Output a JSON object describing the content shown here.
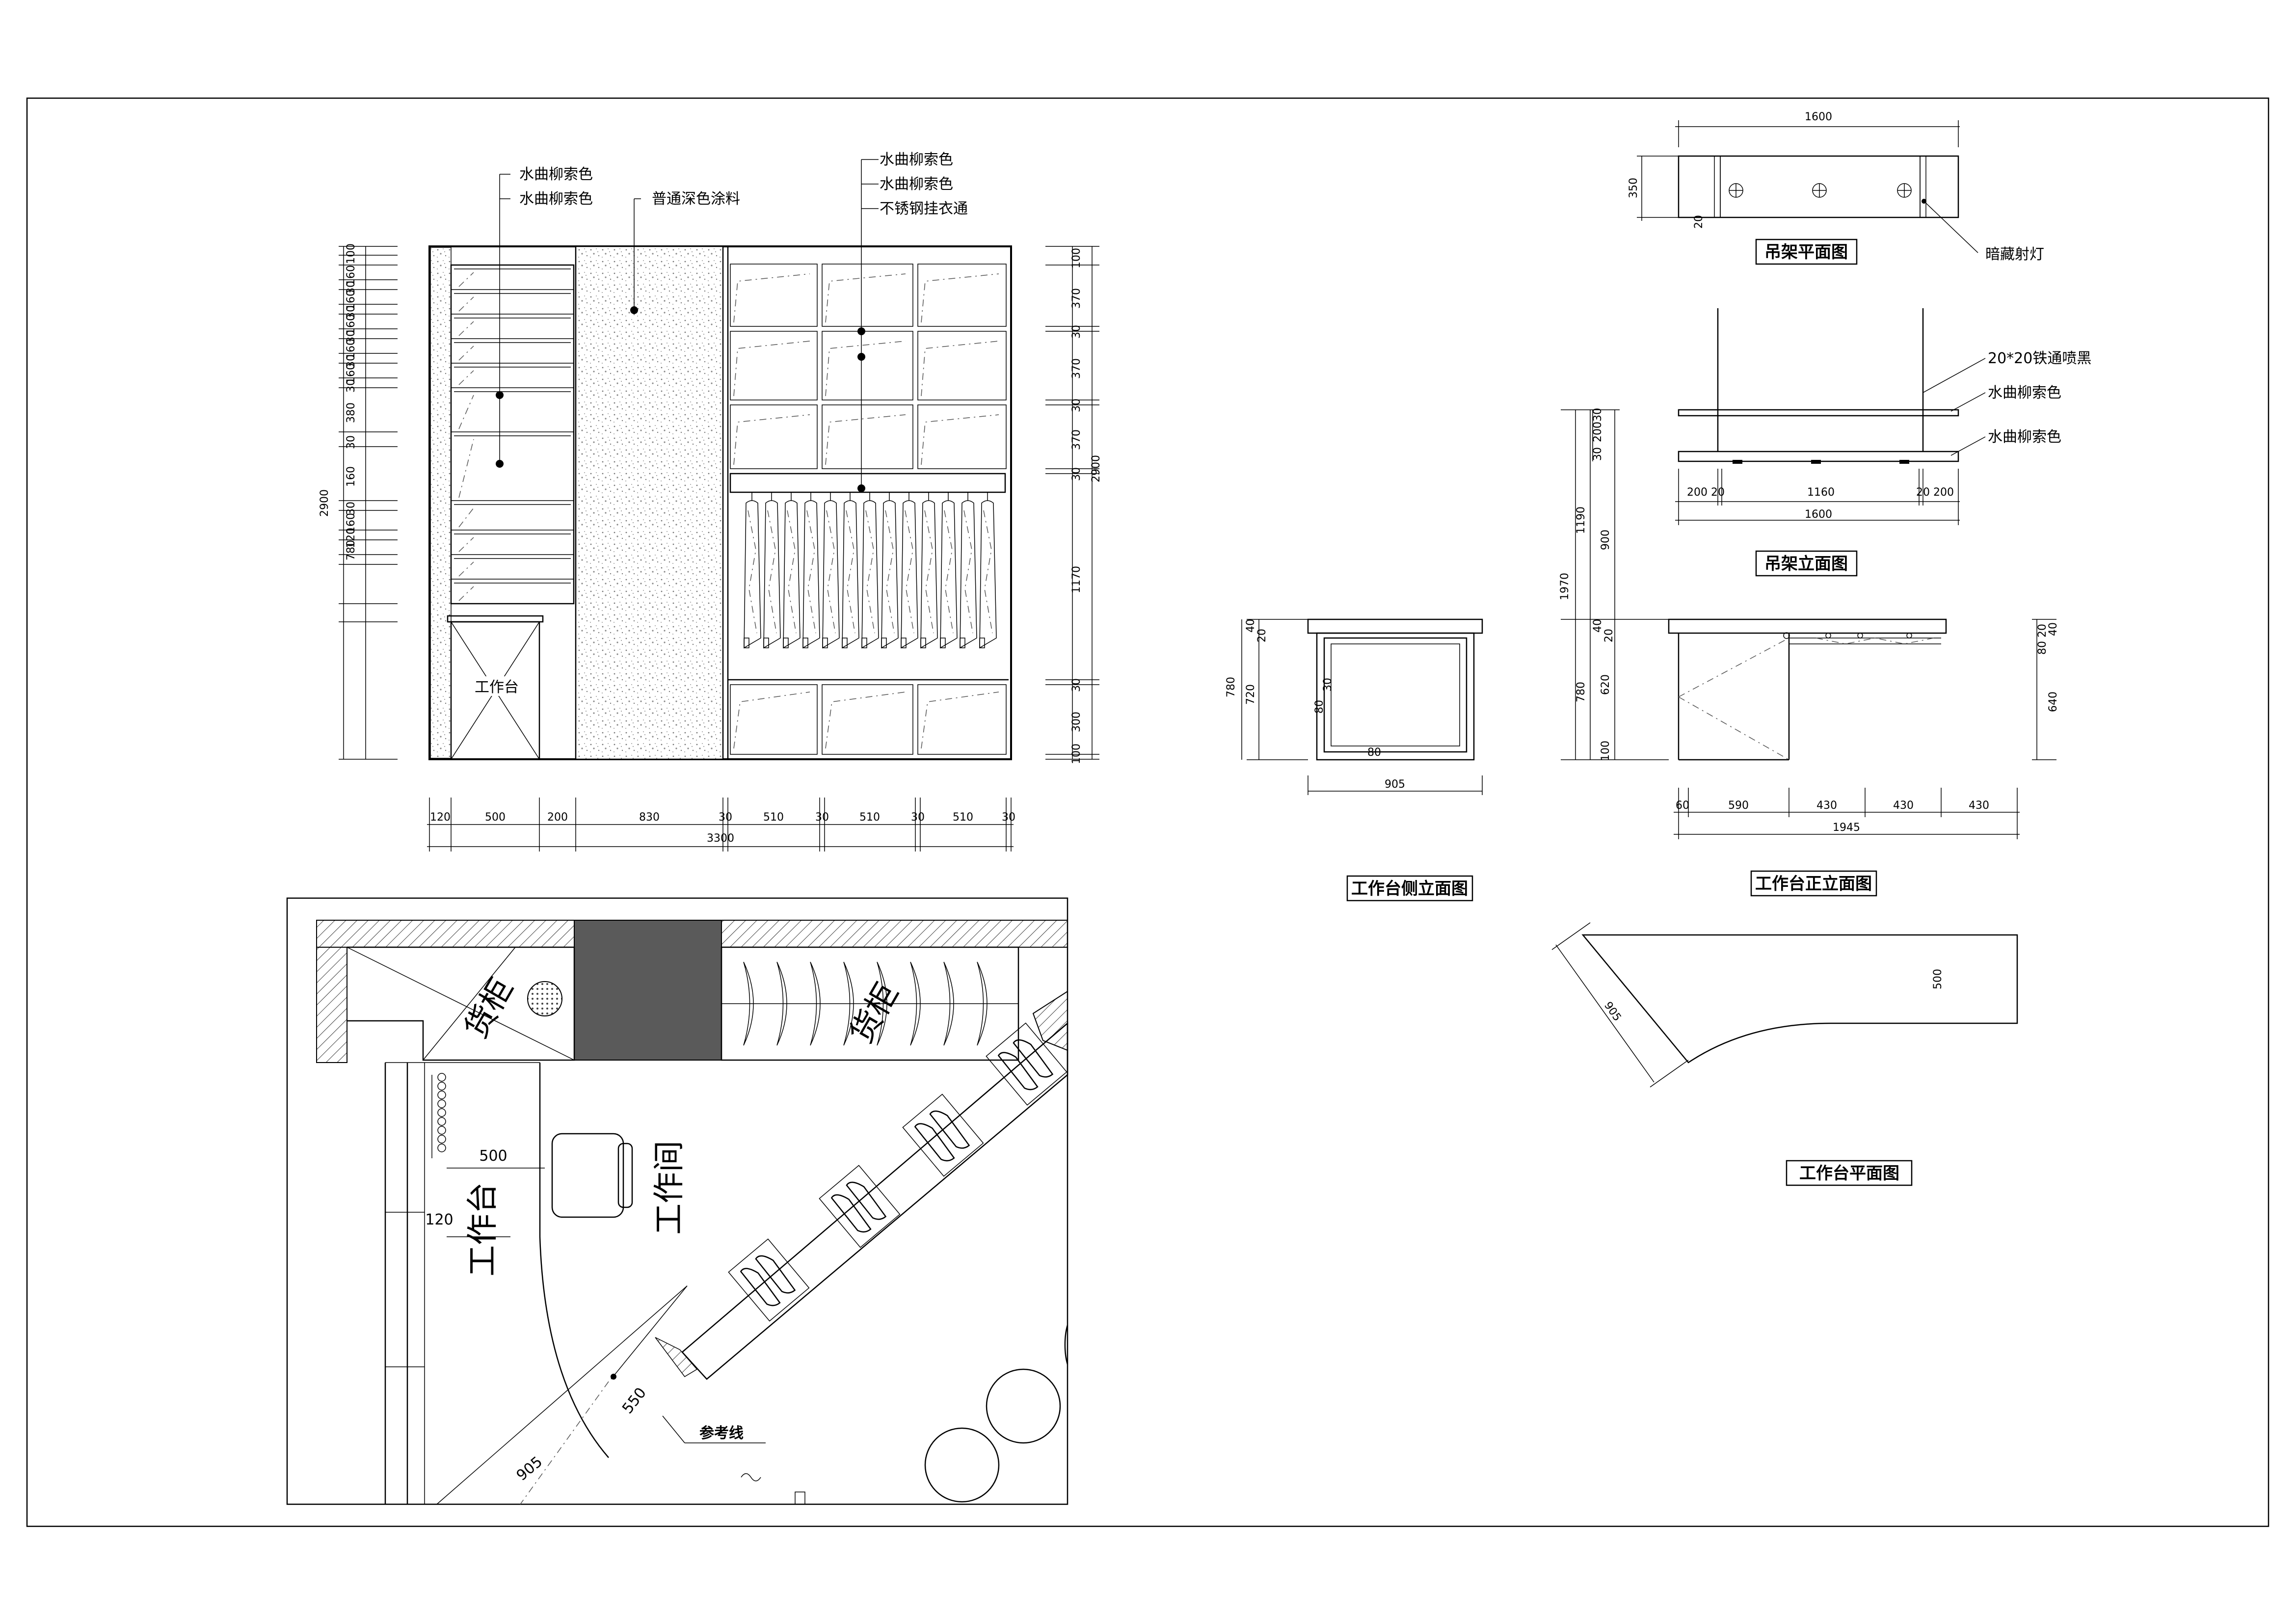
{
  "colors": {
    "line": "#000000",
    "background": "#ffffff",
    "stone": "#9a9a9a",
    "dark_block": "#5a5a5a"
  },
  "elevation": {
    "notes_left": [
      "水曲柳索色",
      "水曲柳索色"
    ],
    "note_paint": "普通深色涂料",
    "notes_right": [
      "水曲柳索色",
      "水曲柳索色",
      "不锈钢挂衣通"
    ],
    "desk_label": "工作台",
    "left_dims": [
      "100",
      "160",
      "30",
      "160",
      "30",
      "160",
      "30",
      "160",
      "30",
      "160",
      "30",
      "380",
      "30",
      "160",
      "30",
      "160",
      "120",
      "780"
    ],
    "left_total": "2900",
    "right_dims": [
      "100",
      "370",
      "30",
      "370",
      "30",
      "370",
      "30",
      "1170",
      "30",
      "300",
      "100"
    ],
    "right_total": "2900",
    "bottom_dims": [
      "120",
      "500",
      "200",
      "830",
      "30",
      "510",
      "30",
      "510",
      "30",
      "510",
      "30"
    ],
    "bottom_total": "3300"
  },
  "plan": {
    "cabinet_left": "货柜",
    "cabinet_right": "货柜",
    "room": "工作间",
    "desk": "工作台",
    "dim_500": "500",
    "dim_120": "120",
    "dim_550": "550",
    "dim_905": "905",
    "ref_line": "参考线"
  },
  "rack_plan": {
    "title": "吊架平面图",
    "width": "1600",
    "depth": "350",
    "offset": "20",
    "note": "暗藏射灯"
  },
  "rack_elev": {
    "title": "吊架立面图",
    "notes": [
      "20*20铁通喷黑",
      "水曲柳索色",
      "水曲柳索色"
    ],
    "dims_bottom": [
      "200",
      "20",
      "1160",
      "20",
      "200"
    ],
    "total": "1600",
    "dims_left": [
      "30",
      "200",
      "30"
    ]
  },
  "desk_side": {
    "title": "工作台侧立面图",
    "dims_left": [
      "40",
      "20",
      "720"
    ],
    "total": "780",
    "inner": [
      "30",
      "80",
      "80"
    ],
    "width": "905"
  },
  "desk_front": {
    "title": "工作台正立面图",
    "dims_left": [
      "1190",
      "900",
      "40",
      "20",
      "620",
      "100"
    ],
    "total_outer": "1970",
    "total": "780",
    "dims_right": [
      "20",
      "80",
      "40",
      "640"
    ],
    "dims_bottom": [
      "60",
      "590",
      "430",
      "430",
      "430"
    ],
    "total_bottom": "1945"
  },
  "desk_plan": {
    "title": "工作台平面图",
    "dim_500": "500",
    "dim_905": "905"
  }
}
